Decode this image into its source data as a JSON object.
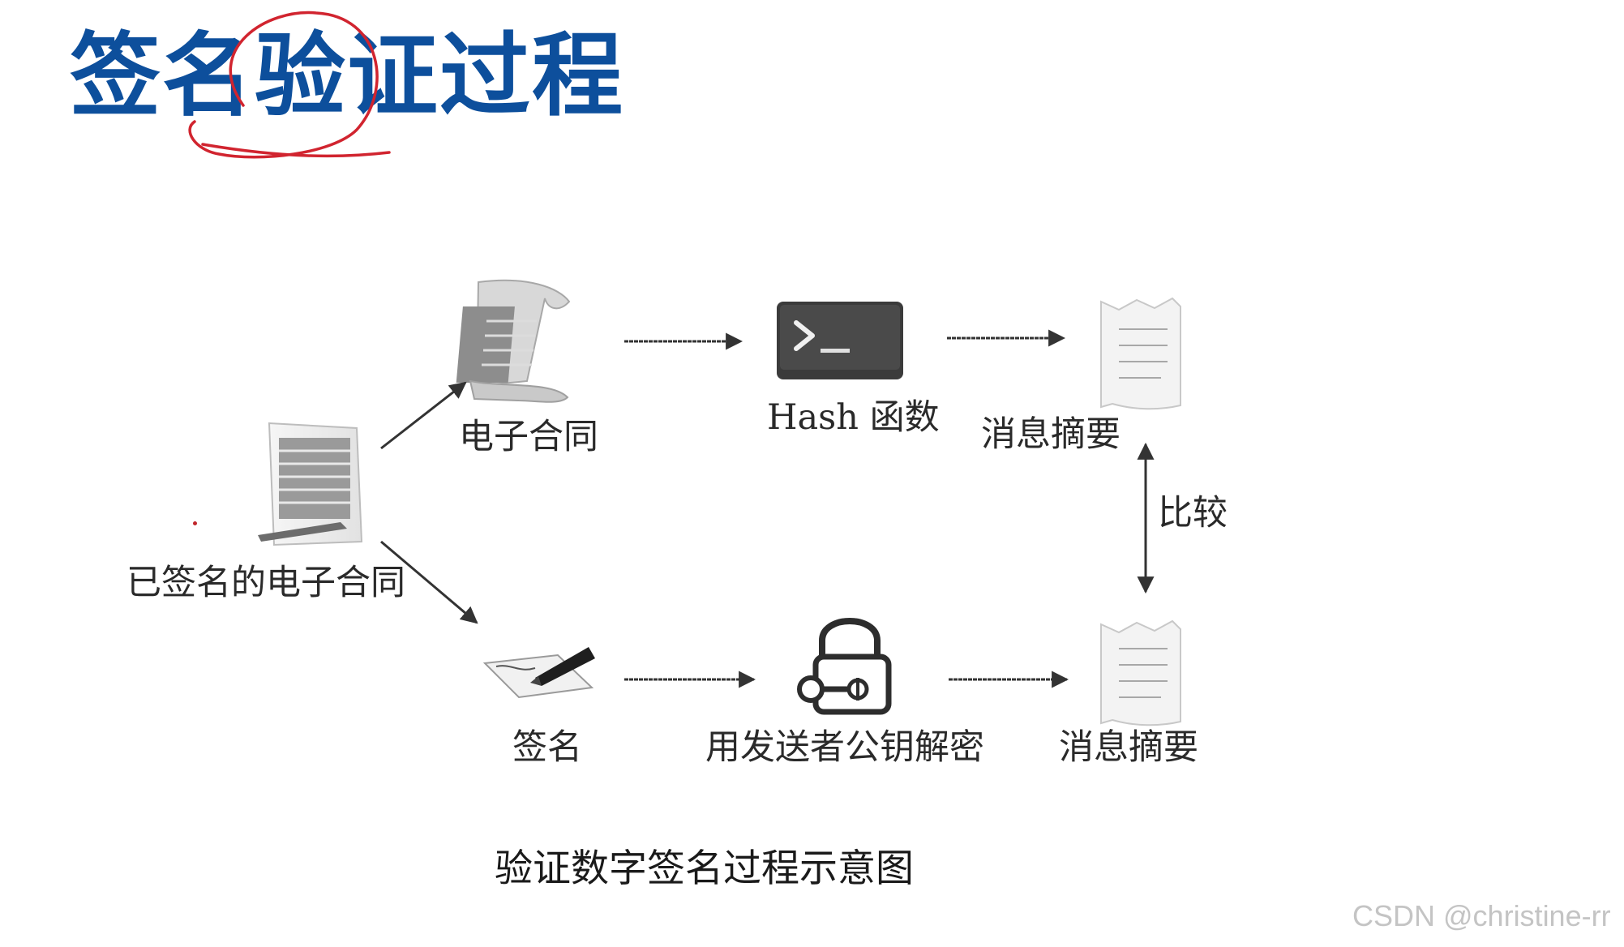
{
  "title": "签名验证过程",
  "nodes": {
    "signed_contract": "已签名的电子合同",
    "contract": "电子合同",
    "hash": "Hash 函数",
    "digest_top": "消息摘要",
    "signature": "签名",
    "decrypt": "用发送者公钥解密",
    "digest_bottom": "消息摘要"
  },
  "compare_label": "比较",
  "caption": "验证数字签名过程示意图",
  "watermark": "CSDN @christine-rr",
  "colors": {
    "title": "#0d4f9c",
    "pen_annotation": "#d1242f"
  },
  "icons": [
    "signed-document-icon",
    "scroll-icon",
    "terminal-icon",
    "lock-key-icon",
    "signature-pen-icon",
    "digest-page-icon"
  ]
}
